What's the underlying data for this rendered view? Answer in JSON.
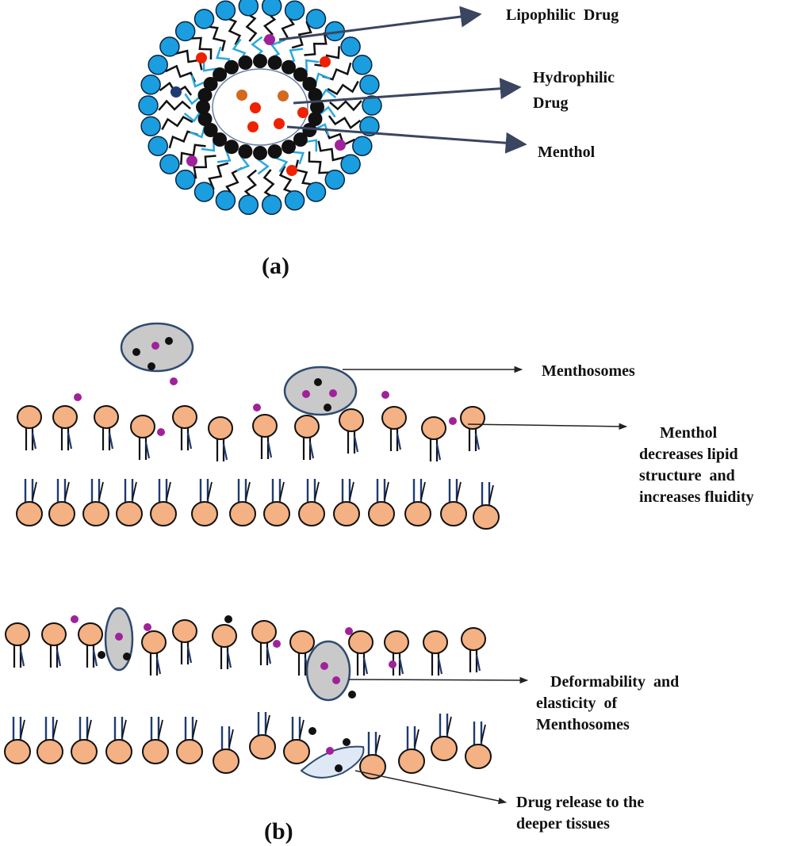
{
  "panel_a": {
    "label": "(a)",
    "callouts": {
      "lipophilic": "Lipophilic  Drug",
      "hydrophilic_line1": "Hydrophilic",
      "hydrophilic_line2": "Drug",
      "menthol": "Menthol"
    }
  },
  "panel_b": {
    "label": "(b)",
    "callouts": {
      "menthosomes": "Menthosomes",
      "menthol_effect_line1": "Menthol",
      "menthol_effect_line2": "decreases lipid",
      "menthol_effect_line3": "structure  and",
      "menthol_effect_line4": "increases fluidity",
      "deform_line1": "Deformability  and",
      "deform_line2": "elasticity  of",
      "deform_line3": "Menthosomes",
      "release_line1": "Drug release to the",
      "release_line2": "deeper tissues"
    }
  },
  "colors": {
    "outer_head": "#1a9ee0",
    "inner_tail": "#29a8e0",
    "inner_head": "#111111",
    "drug_red": "#ee2200",
    "drug_orange": "#d2691e",
    "menthol_purple": "#a0229a",
    "lipid_head": "#f4b183",
    "lipid_tail": "#1f3a73",
    "vesicle_fill": "#c9c9c9",
    "vesicle_stroke": "#2f4a70",
    "arrow": "#3a4560"
  }
}
